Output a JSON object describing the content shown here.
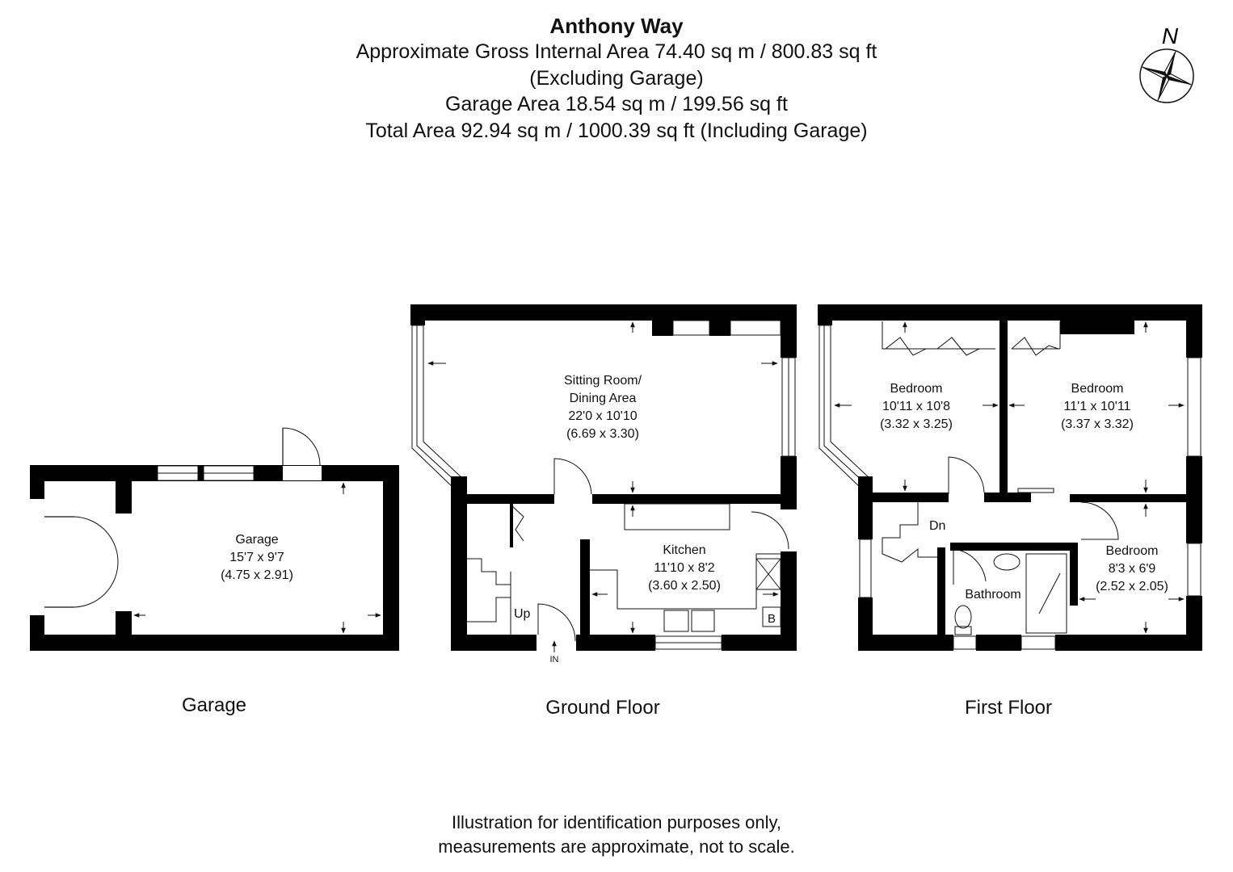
{
  "header": {
    "title": "Anthony Way",
    "lines": [
      "Approximate Gross Internal Area 74.40 sq m / 800.83 sq ft",
      "(Excluding Garage)",
      "Garage Area 18.54 sq m / 199.56 sq ft",
      "Total Area 92.94 sq m / 1000.39 sq ft (Including Garage)"
    ]
  },
  "compass": {
    "label": "N",
    "icon": "compass-rose-icon"
  },
  "rooms": {
    "garage": [
      "Garage",
      "15'7 x 9'7",
      "(4.75 x 2.91)"
    ],
    "sitting": [
      "Sitting Room/",
      "Dining Area",
      "22'0 x 10'10",
      "(6.69 x 3.30)"
    ],
    "kitchen": [
      "Kitchen",
      "11'10 x 8'2",
      "(3.60 x 2.50)"
    ],
    "bedroom1": [
      "Bedroom",
      "10'11 x 10'8",
      "(3.32 x 3.25)"
    ],
    "bedroom2": [
      "Bedroom",
      "11'1 x 10'11",
      "(3.37 x 3.32)"
    ],
    "bedroom3": [
      "Bedroom",
      "8'3 x 6'9",
      "(2.52 x 2.05)"
    ],
    "bathroom": "Bathroom"
  },
  "marks": {
    "up": "Up",
    "down": "Dn",
    "entrance": "IN",
    "boiler": "B"
  },
  "floors": {
    "garage": "Garage",
    "ground": "Ground Floor",
    "first": "First Floor"
  },
  "footer": {
    "lines": [
      "Illustration for identification purposes only,",
      "measurements are approximate, not to scale."
    ]
  }
}
